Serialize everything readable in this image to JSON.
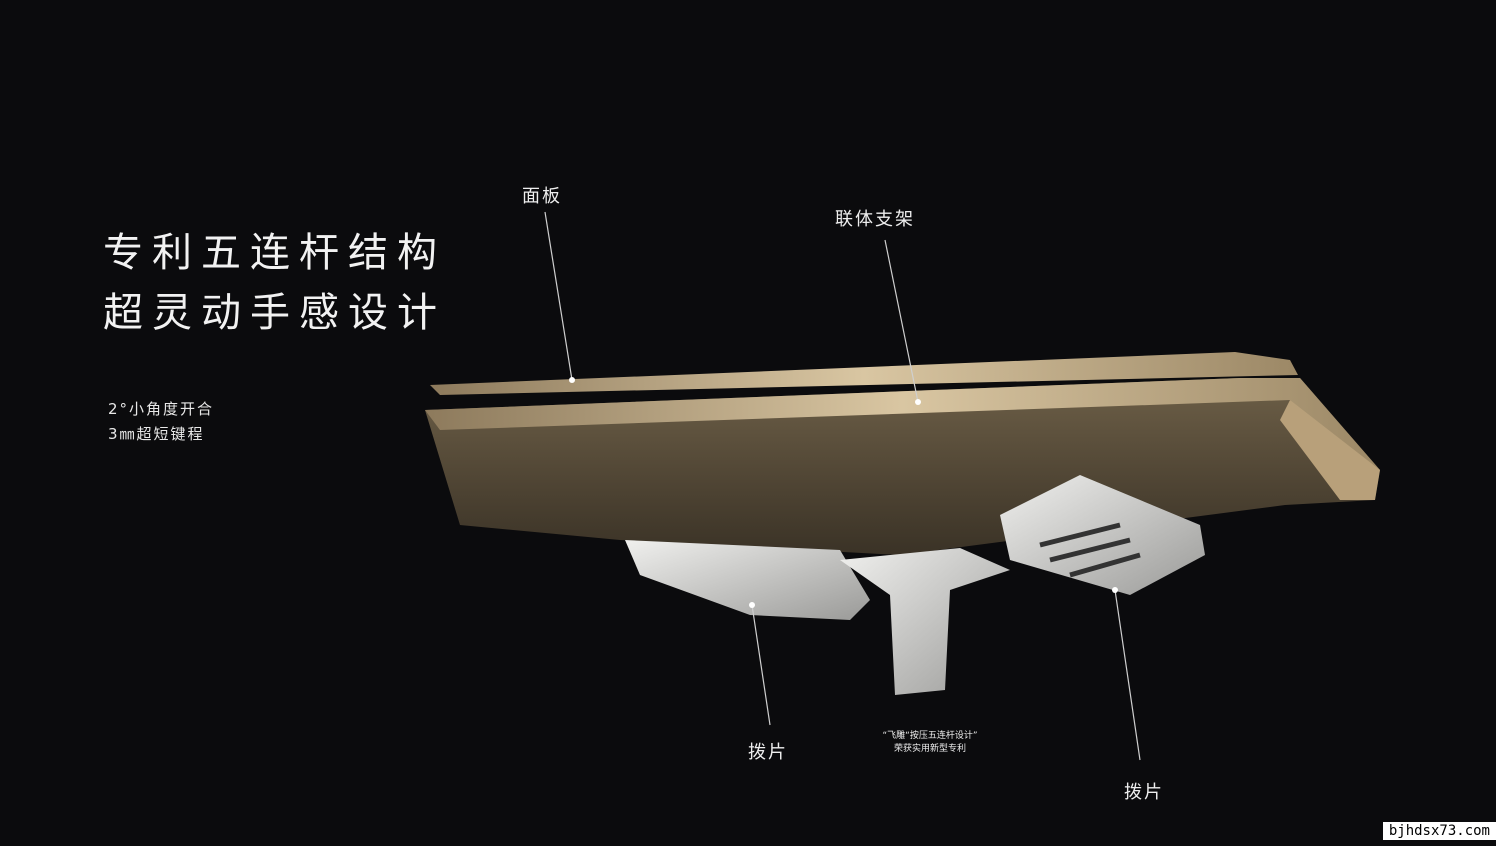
{
  "headline": {
    "line1": "专利五连杆结构",
    "line2": "超灵动手感设计"
  },
  "features": [
    "2°小角度开合",
    "3㎜超短键程"
  ],
  "callouts": {
    "panel": "面板",
    "bracket": "联体支架",
    "paddle_left": "拨片",
    "paddle_right": "拨片"
  },
  "patent_note": {
    "line1": "“飞雕“按压五连杆设计”",
    "line2": "荣获实用新型专利"
  },
  "watermark": "bjhdsx73.com",
  "colors": {
    "background": "#0b0b0d",
    "gold": "#b8a07a",
    "white_part": "#d8d8d6"
  }
}
